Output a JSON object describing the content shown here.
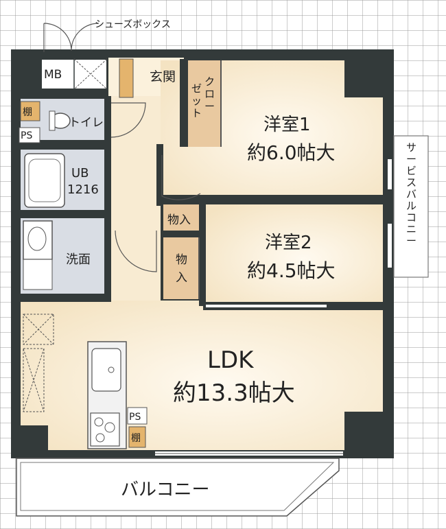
{
  "labels": {
    "shoebox": "シューズボックス",
    "mb": "MB",
    "entrance": "玄関",
    "closet": "クローゼット",
    "shelf": "棚",
    "toilet": "トイレ",
    "ps": "PS",
    "ub": "UB",
    "ub_size": "1216",
    "storage": "物入",
    "washroom": "洗面",
    "room1_name": "洋室1",
    "room1_size": "約6.0帖大",
    "room2_name": "洋室2",
    "room2_size": "約4.5帖大",
    "service_balcony": "サービスバルコニー",
    "ldk_name": "LDK",
    "ldk_size": "約13.3帖大",
    "balcony": "バルコニー"
  },
  "colors": {
    "wall": "#333a3a",
    "floor_warm": "#fbf1dc",
    "floor_light": "#f7ecd6",
    "wet_area": "#d9dde4",
    "storage": "#e9c9a0",
    "shelf": "#e4b46d",
    "grid_line": "#9a9a9a"
  }
}
